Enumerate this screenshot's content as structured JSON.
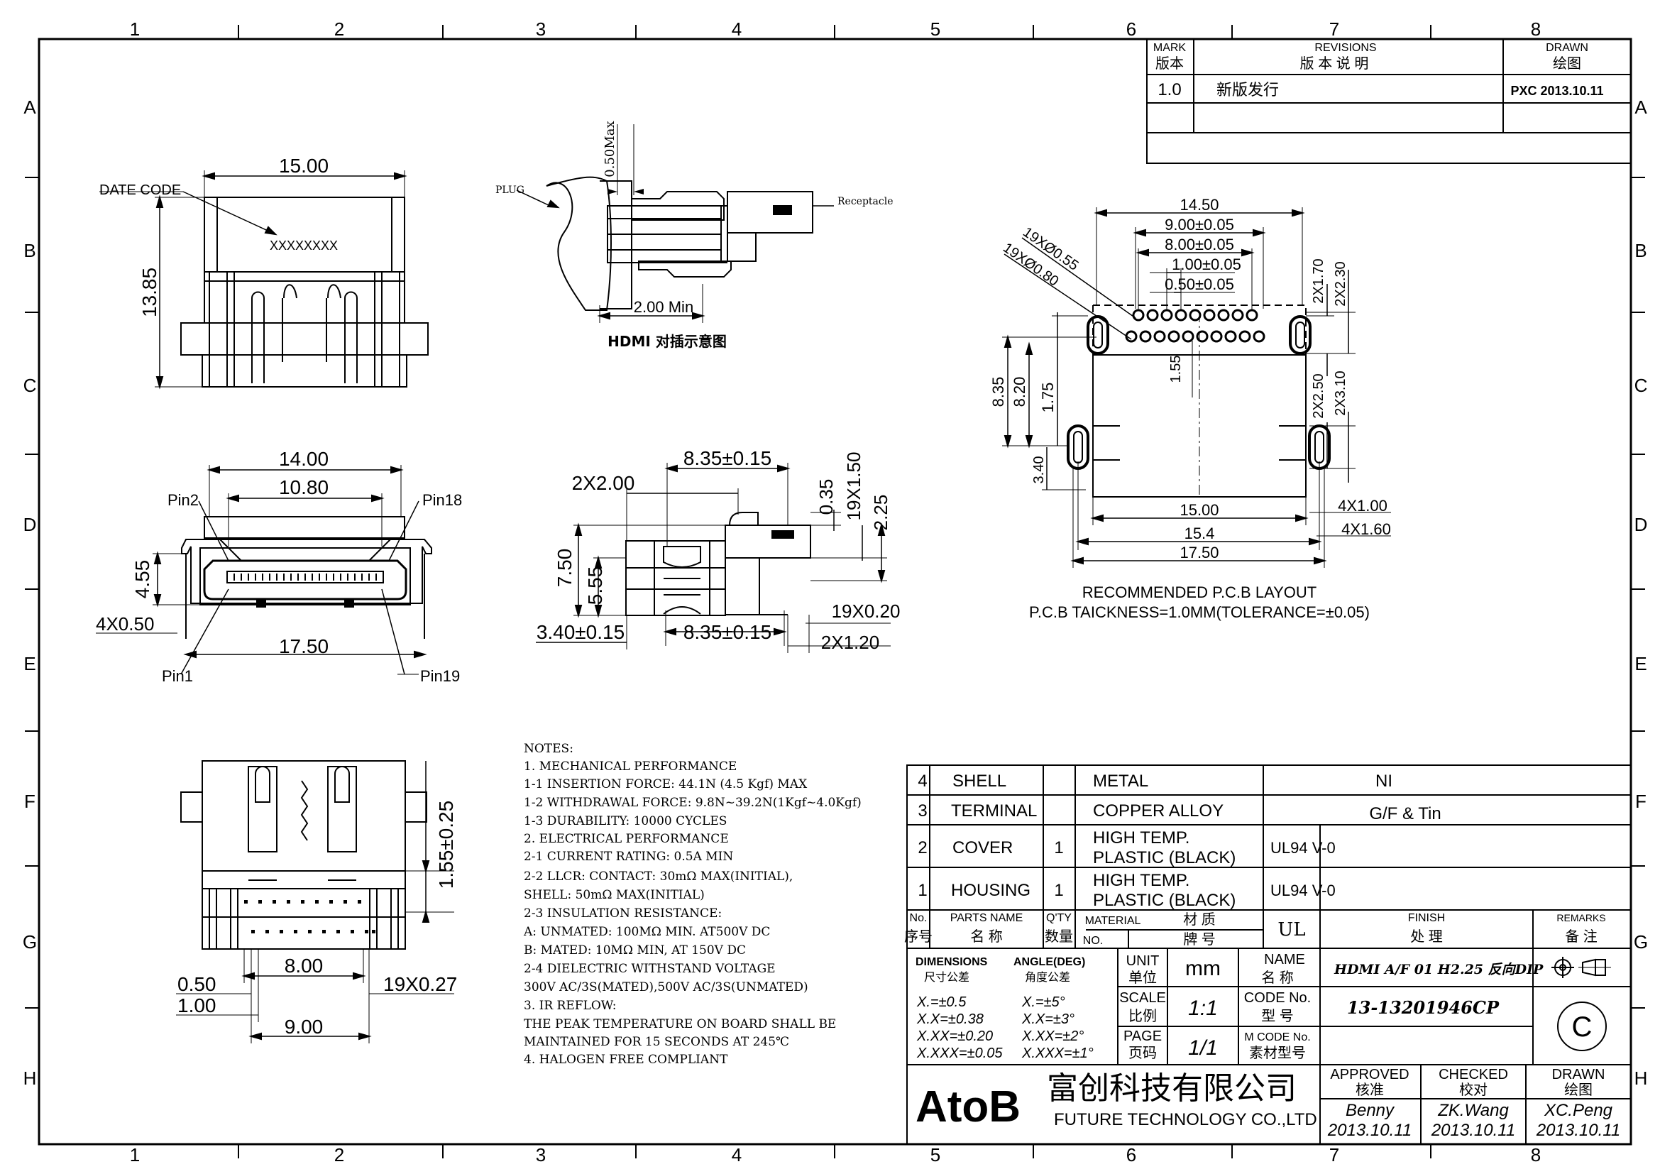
{
  "border": {
    "cols": [
      "1",
      "2",
      "3",
      "4",
      "5",
      "6",
      "7",
      "8"
    ],
    "rows": [
      "A",
      "B",
      "C",
      "D",
      "E",
      "F",
      "G",
      "H"
    ]
  },
  "revisions": {
    "mark_label_en": "MARK",
    "mark_label_cn": "版本",
    "revisions_label_en": "REVISIONS",
    "revisions_label_cn": "版 本 说 明",
    "drawn_label_en": "DRAWN",
    "drawn_label_cn": "绘图",
    "rows": [
      {
        "mark": "1.0",
        "desc": "新版发行",
        "drawn": "PXC 2013.10.11"
      }
    ]
  },
  "top_view": {
    "width": "15.00",
    "height": "13.85",
    "date_code_label": "DATE CODE",
    "date_code": "XXXXXXXX"
  },
  "mating_view": {
    "plug": "PLUG",
    "receptacle": "Receptacle",
    "max_gap": "0.50Max",
    "min_depth": "2.00 Min",
    "caption": "HDMI 对插示意图"
  },
  "front_view": {
    "width_outer": "14.00",
    "width_inner": "10.80",
    "width_base": "17.50",
    "height": "4.55",
    "pitch": "4X0.50",
    "pin2": "Pin2",
    "pin18": "Pin18",
    "pin1": "Pin1",
    "pin19": "Pin19"
  },
  "side_view": {
    "pitch_2x": "2X2.00",
    "pos_top": "8.35±0.15",
    "pos_bottom": "8.35±0.15",
    "offset": "3.40±0.15",
    "height_750": "7.50",
    "height_555": "5.55",
    "dim_035": "0.35",
    "dim_19x150": "19X1.50",
    "dim_225": "2.25",
    "dim_19x020": "19X0.20",
    "dim_2x120": "2X1.20"
  },
  "pcb_layout": {
    "w_1450": "14.50",
    "w_900": "9.00±0.05",
    "w_800": "8.00±0.05",
    "w_100": "1.00±0.05",
    "w_050": "0.50±0.05",
    "hole_055": "19XØ0.55",
    "hole_080": "19XØ0.80",
    "h_2x170": "2X1.70",
    "h_2x230": "2X2.30",
    "h_2x250": "2X2.50",
    "h_2x310": "2X3.10",
    "h_835": "8.35",
    "h_820": "8.20",
    "h_175": "1.75",
    "h_155": "1.55",
    "h_340": "3.40",
    "w_1500": "15.00",
    "w_154": "15.4",
    "w_1750": "17.50",
    "w_4x100": "4X1.00",
    "w_4x160": "4X1.60",
    "caption1": "RECOMMENDED P.C.B LAYOUT",
    "caption2": "P.C.B TAICKNESS=1.0MM(TOLERANCE=±0.05)"
  },
  "bottom_view": {
    "height": "1.55±0.25",
    "w_800": "8.00",
    "w_900": "9.00",
    "d_050": "0.50",
    "d_100": "1.00",
    "pins": "19X0.27"
  },
  "notes": {
    "title": "NOTES:",
    "lines": [
      "1. MECHANICAL PERFORMANCE",
      "   1-1 INSERTION FORCE: 44.1N (4.5 Kgf) MAX",
      "   1-2 WITHDRAWAL FORCE: 9.8N~39.2N(1Kgf~4.0Kgf)",
      "   1-3 DURABILITY: 10000 CYCLES",
      "2. ELECTRICAL PERFORMANCE",
      "   2-1 CURRENT RATING: 0.5A MIN",
      "   2-2 LLCR: CONTACT: 30mΩ MAX(INITIAL),",
      "             SHELL: 50mΩ MAX(INITIAL)",
      "   2-3 INSULATION RESISTANCE:",
      "       A: UNMATED: 100MΩ MIN. AT500V DC",
      "       B: MATED: 10MΩ MIN, AT 150V DC",
      "   2-4 DIELECTRIC WITHSTAND VOLTAGE",
      "       300V AC/3S(MATED),500V AC/3S(UNMATED)",
      "3. IR REFLOW:",
      "   THE PEAK TEMPERATURE ON BOARD SHALL BE",
      "   MAINTAINED FOR 15 SECONDS AT 245℃",
      "4. HALOGEN FREE COMPLIANT"
    ]
  },
  "bom": {
    "rows": [
      {
        "no": "4",
        "name": "SHELL",
        "qty": "",
        "mat1": "METAL",
        "mat2": "",
        "ul": "",
        "finish": "NI"
      },
      {
        "no": "3",
        "name": "TERMINAL",
        "qty": "",
        "mat1": "COPPER ALLOY",
        "mat2": "",
        "ul": "",
        "finish": "G/F & Tin"
      },
      {
        "no": "2",
        "name": "COVER",
        "qty": "1",
        "mat1": "HIGH TEMP.",
        "mat2": "PLASTIC (BLACK)",
        "ul": "UL94 V-0",
        "finish": ""
      },
      {
        "no": "1",
        "name": "HOUSING",
        "qty": "1",
        "mat1": "HIGH TEMP.",
        "mat2": "PLASTIC (BLACK)",
        "ul": "UL94 V-0",
        "finish": ""
      }
    ],
    "h_no": "No.",
    "h_no_cn": "序号",
    "h_name": "PARTS NAME",
    "h_name_cn": "名 称",
    "h_qty": "Q'TY",
    "h_qty_cn": "数量",
    "h_mat": "MATERIAL",
    "h_mat_cn": "材 质",
    "h_no2": "NO.",
    "h_brand_cn": "牌 号",
    "h_ul": "UL",
    "h_finish": "FINISH",
    "h_finish_cn": "处 理",
    "h_remarks": "REMARKS",
    "h_remarks_cn": "备 注"
  },
  "title_block": {
    "dimensions": "DIMENSIONS",
    "dimensions_cn": "尺寸公差",
    "angle": "ANGLE(DEG)",
    "angle_cn": "角度公差",
    "tol1": "X.=±0.5",
    "tol2": "X.X=±0.38",
    "tol3": "X.XX=±0.20",
    "tol4": "X.XXX=±0.05",
    "ang1": "X.=±5°",
    "ang2": "X.X=±3°",
    "ang3": "X.XX=±2°",
    "ang4": "X.XXX=±1°",
    "unit": "UNIT",
    "unit_cn": "单位",
    "unit_val": "mm",
    "scale": "SCALE",
    "scale_cn": "比例",
    "scale_val": "1:1",
    "page": "PAGE",
    "page_cn": "页码",
    "page_val": "1/1",
    "name": "NAME",
    "name_cn": "名 称",
    "name_val": "HDMI A/F 01 H2.25 反向DIP",
    "code": "CODE No.",
    "code_cn": "型 号",
    "code_val": "13-13201946CP",
    "mcode": "M CODE No.",
    "mcode_cn": "素材型号",
    "rev": "C",
    "logo": "AtoB",
    "company_cn": "富创科技有限公司",
    "company_en": "FUTURE TECHNOLOGY CO.,LTD",
    "approved": "APPROVED",
    "approved_cn": "核准",
    "approved_by": "Benny",
    "approved_date": "2013.10.11",
    "checked": "CHECKED",
    "checked_cn": "校对",
    "checked_by": "ZK.Wang",
    "checked_date": "2013.10.11",
    "drawn": "DRAWN",
    "drawn_cn": "绘图",
    "drawn_by": "XC.Peng",
    "drawn_date": "2013.10.11"
  }
}
